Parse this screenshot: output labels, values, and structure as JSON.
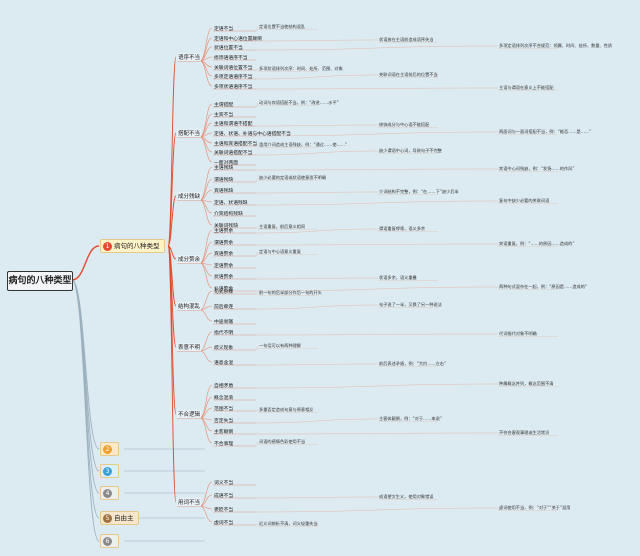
{
  "root": {
    "title": "病句的八种类型"
  },
  "branches": [
    {
      "label": "病句的八种类型",
      "number": "1",
      "color": "#e64a2e",
      "bg": "#fff3c8"
    },
    {
      "label": "",
      "number": "2",
      "color": "#f0a030",
      "bg": "#ffe9c4"
    },
    {
      "label": "",
      "number": "3",
      "color": "#3aa0d8",
      "bg": "#dcefff"
    },
    {
      "label": "",
      "number": "4",
      "color": "#8a8a8a",
      "bg": "#eeeeee"
    },
    {
      "label": "自由主",
      "number": "5",
      "color": "#a07040",
      "bg": "#f6e6cc"
    },
    {
      "label": "",
      "number": "6",
      "color": "#8a8a8a",
      "bg": "#eeeeee"
    }
  ],
  "categories": [
    "语序不当",
    "搭配不当",
    "成分残缺",
    "成分赘余",
    "结构混乱",
    "表意不明",
    "不合逻辑",
    "用词不当"
  ],
  "sub_items": [
    "定语不当",
    "定语和中心语位置颠倒",
    "状语位置不当",
    "修饰语语序不当",
    "关联词语位置不当",
    "多项定语语序不当",
    "多项状语语序不当",
    "主谓搭配",
    "主宾不当",
    "主语和谓语不搭配",
    "定语、状语、补语与中心语搭配不当",
    "主语和宾语搭配不当",
    "关联词语搭配不当",
    "一面对两面",
    "主语残缺",
    "谓语残缺",
    "宾语残缺",
    "定语、状语残缺",
    "介宾结构残缺",
    "关联词残缺",
    "主语赘余",
    "谓语赘余",
    "宾语赘余",
    "定语赘余",
    "状语赘余",
    "补语赘余",
    "句式杂糅",
    "前后牵连",
    "中途易辙",
    "指代不明",
    "歧义现象",
    "语意含混",
    "自相矛盾",
    "概念混淆",
    "范围不当",
    "否定失当",
    "主客颠倒",
    "不合事理",
    "词义不当",
    "成语不当",
    "褒贬不当",
    "虚词不当"
  ],
  "leaves": [
    "定语位置不当使结构混乱",
    "状语放在主语前造成语序失当",
    "多项定语排列次序不合规范：领属、时间、处所、数量、性质",
    "多项状语排列次序：时间、处所、范围、对象",
    "关联词语在主语前后的位置不当",
    "主语与谓语在意义上不能搭配",
    "动词与宾语搭配不当，例：“改进……水平”",
    "修饰成分与中心语不能搭配",
    "两面词与一面词搭配不当，例：“能否……是……”",
    "滥用介词造成主语残缺，例：“通过……使……”",
    "缺少谓语中心词，导致句子不完整",
    "宾语中心词残缺，例：“发扬……的作风”",
    "缺少必要的定语或状语使意思不明确",
    "介词结构不完整，例：“在……下”缺少后半",
    "复句中缺少必要的关联词语",
    "主语重复，前后意义相同",
    "谓语重复啰嗦，语义多余",
    "宾语重复，例：“……的原因……造成的”",
    "定语与中心语意义重复",
    "状语多余，语义重叠",
    "两种句式混杂在一起，例：“原因是……造成的”",
    "前一句的后半部分作后一句的开头",
    "句子说了一半，又换了另一种说法",
    "代词指代对象不明确",
    "一句话可以有两种理解",
    "前后表述矛盾，例：“大约……左右”",
    "种属概念并列，概念范围不清",
    "多重否定造成句意与原意相反",
    "主客体颠倒，例：“对于……来说”",
    "不符合客观事理或生活常识",
    "词语的感情色彩使用不当",
    "成语望文生义，使用对象错误",
    "虚词使用不当，例：“对于”“关于”混用",
    "近义词辨析不清，词义轻重失当"
  ]
}
